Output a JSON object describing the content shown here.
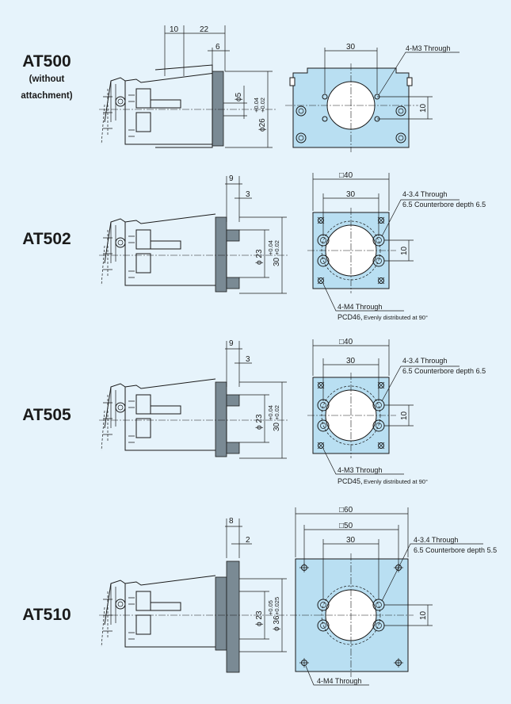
{
  "models": [
    {
      "name": "AT500",
      "sub1": "(without",
      "sub2": "attachment)"
    },
    {
      "name": "AT502"
    },
    {
      "name": "AT505"
    },
    {
      "name": "AT510"
    }
  ],
  "at500": {
    "d10": "10",
    "d22": "22",
    "d6": "6",
    "phi5": "ϕ5",
    "phi26": "ϕ26",
    "tol26": "+0.04",
    "tol26b": "+0.02",
    "d30": "30",
    "d10v": "10",
    "holes": "4-M3 Through"
  },
  "at502": {
    "d9": "9",
    "d3": "3",
    "phi23": "ϕ 23",
    "d30": "30",
    "tol": "+0.04",
    "tolb": "+0.02",
    "sq": "□40",
    "w30": "30",
    "h10": "10",
    "holes1": "4-3.4 Through",
    "holes2": "6.5 Counterbore depth 6.5",
    "m4": "4-M4 Through",
    "pcd": "PCD46,",
    "pcd2": "Evenly distributed at 90°"
  },
  "at505": {
    "d9": "9",
    "d3": "3",
    "phi23": "ϕ 23",
    "d30": "30",
    "tol": "+0.04",
    "tolb": "+0.02",
    "sq": "□40",
    "w30": "30",
    "h10": "10",
    "holes1": "4-3.4 Through",
    "holes2": "6.5 Counterbore depth 6.5",
    "m3": "4-M3 Through",
    "pcd": "PCD45,",
    "pcd2": "Evenly distributed at 90°"
  },
  "at510": {
    "d8": "8",
    "d2": "2",
    "phi23": "ϕ 23",
    "phi36": "ϕ 36",
    "tol": "+0.05",
    "tolb": "+0.025",
    "sq60": "□60",
    "sq50": "□50",
    "w30": "30",
    "h10": "10",
    "holes1": "4-3.4 Through",
    "holes2": "6.5 Counterbore depth 5.5",
    "m4": "4-M4 Through"
  },
  "colors": {
    "background": "#e6f3fb",
    "plate": "#b9dff2",
    "line": "#1a1a1a"
  }
}
